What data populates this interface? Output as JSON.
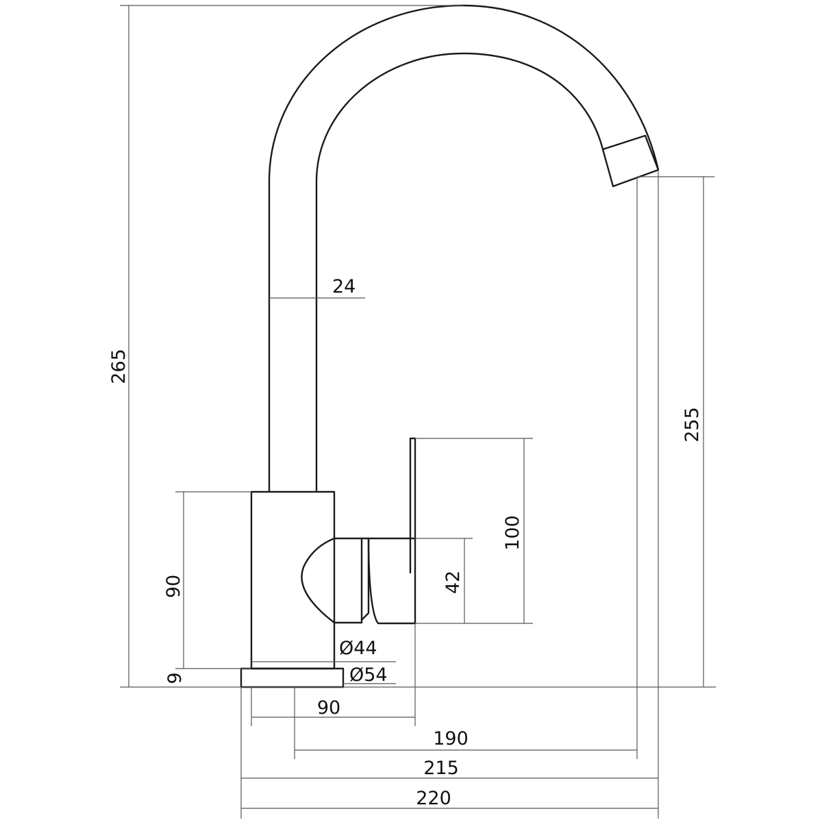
{
  "dimensions": {
    "total_height": "265",
    "spout_outlet_height": "255",
    "spout_diameter": "24",
    "body_height": "90",
    "base_height": "9",
    "handle_height": "100",
    "handle_depth": "42",
    "body_diameter": "Ø44",
    "base_diameter": "Ø54",
    "handle_reach": "90",
    "spout_reach": "190",
    "outlet_reach": "215",
    "overall_reach": "220"
  },
  "colors": {
    "outline": "#1a1a1a",
    "dimension_line": "#555555",
    "background": "#ffffff"
  }
}
